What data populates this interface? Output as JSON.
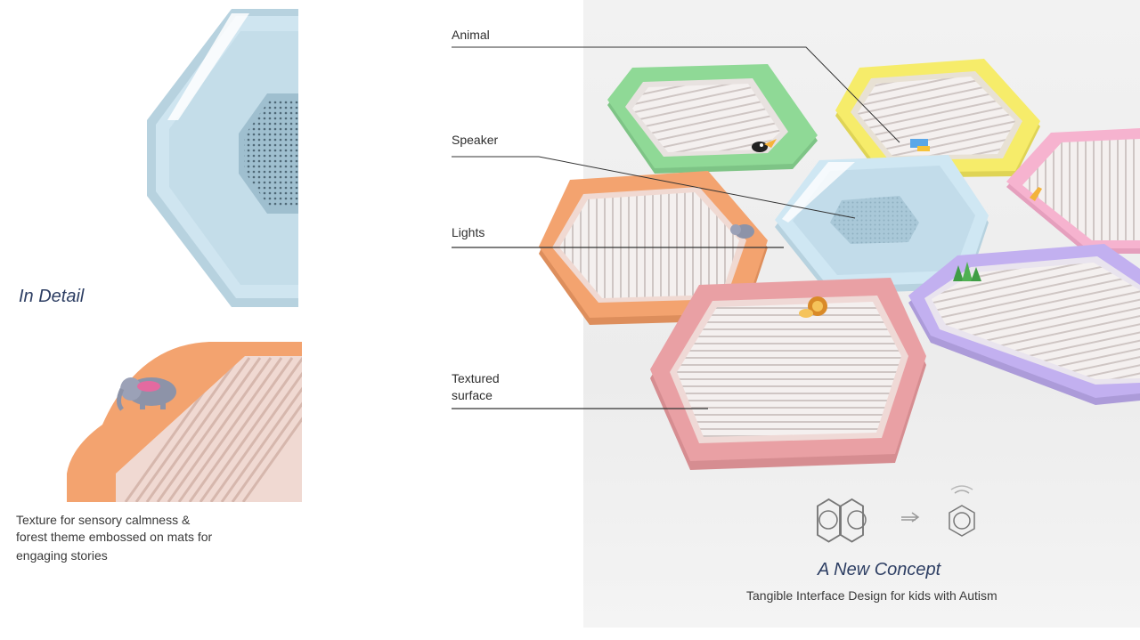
{
  "callouts": {
    "animal": "Animal",
    "speaker": "Speaker",
    "lights": "Lights",
    "textured_line1": "Textured",
    "textured_line2": "surface"
  },
  "detail": {
    "title": "In Detail",
    "caption_line1": "Texture for sensory calmness &",
    "caption_line2": "forest theme embossed on mats for",
    "caption_line3": "engaging stories"
  },
  "concept": {
    "title": "A New Concept",
    "subtitle": "Tangible Interface Design for kids with Autism"
  },
  "colors": {
    "green": "#8fd996",
    "yellow": "#f6ec6a",
    "pink": "#f6b3cf",
    "orange": "#f3a36f",
    "blue": "#cfe7f3",
    "purple": "#c2b0f0",
    "rose": "#e9a0a4",
    "title_blue": "#2d3e63"
  },
  "icons": [
    "hexagon-pair-icon",
    "arrow-right-icon",
    "hexagon-speaker-icon",
    "toucan-icon",
    "bird-icon",
    "giraffe-icon",
    "elephant-icon",
    "lion-icon",
    "trees-icon"
  ]
}
